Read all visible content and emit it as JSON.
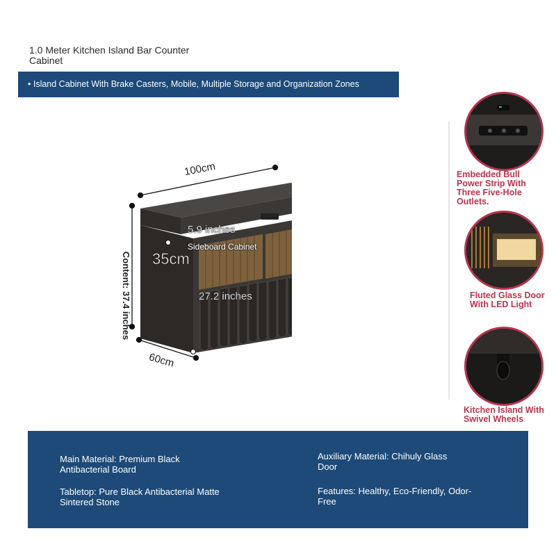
{
  "title": "1.0 Meter Kitchen Island Bar Counter Cabinet",
  "banner_text": "• Island Cabinet With Brake Casters, Mobile, Multiple Storage and Organization Zones",
  "dimensions": {
    "width": "100cm",
    "depth": "60cm",
    "side": "35cm",
    "height": "Content: 37.4 inches",
    "top_drawer": "5.9 inches",
    "lower_section": "27.2 inches",
    "sideboard": "Sideboard Cabinet"
  },
  "features": [
    {
      "caption": "Embedded Bull Power Strip With Three Five-Hole Outlets.",
      "icon": "power-strip-icon"
    },
    {
      "caption": "Fluted Glass Door With LED Light",
      "icon": "led-light-icon"
    },
    {
      "caption": "Kitchen Island With Swivel Wheels",
      "icon": "wheel-icon"
    }
  ],
  "specs": [
    {
      "text": "Main Material: Premium Black Antibacterial Board"
    },
    {
      "text": "Auxiliary Material: Chihuly Glass Door"
    },
    {
      "text": "Tabletop: Pure Black Antibacterial Matte Sintered Stone"
    },
    {
      "text": "Features: Healthy, Eco-Friendly, Odor-Free"
    }
  ],
  "colors": {
    "banner": "#1d4a78",
    "accent": "#b8344e",
    "cabinet": "#3a3735",
    "glass": "#8a6a3e"
  }
}
